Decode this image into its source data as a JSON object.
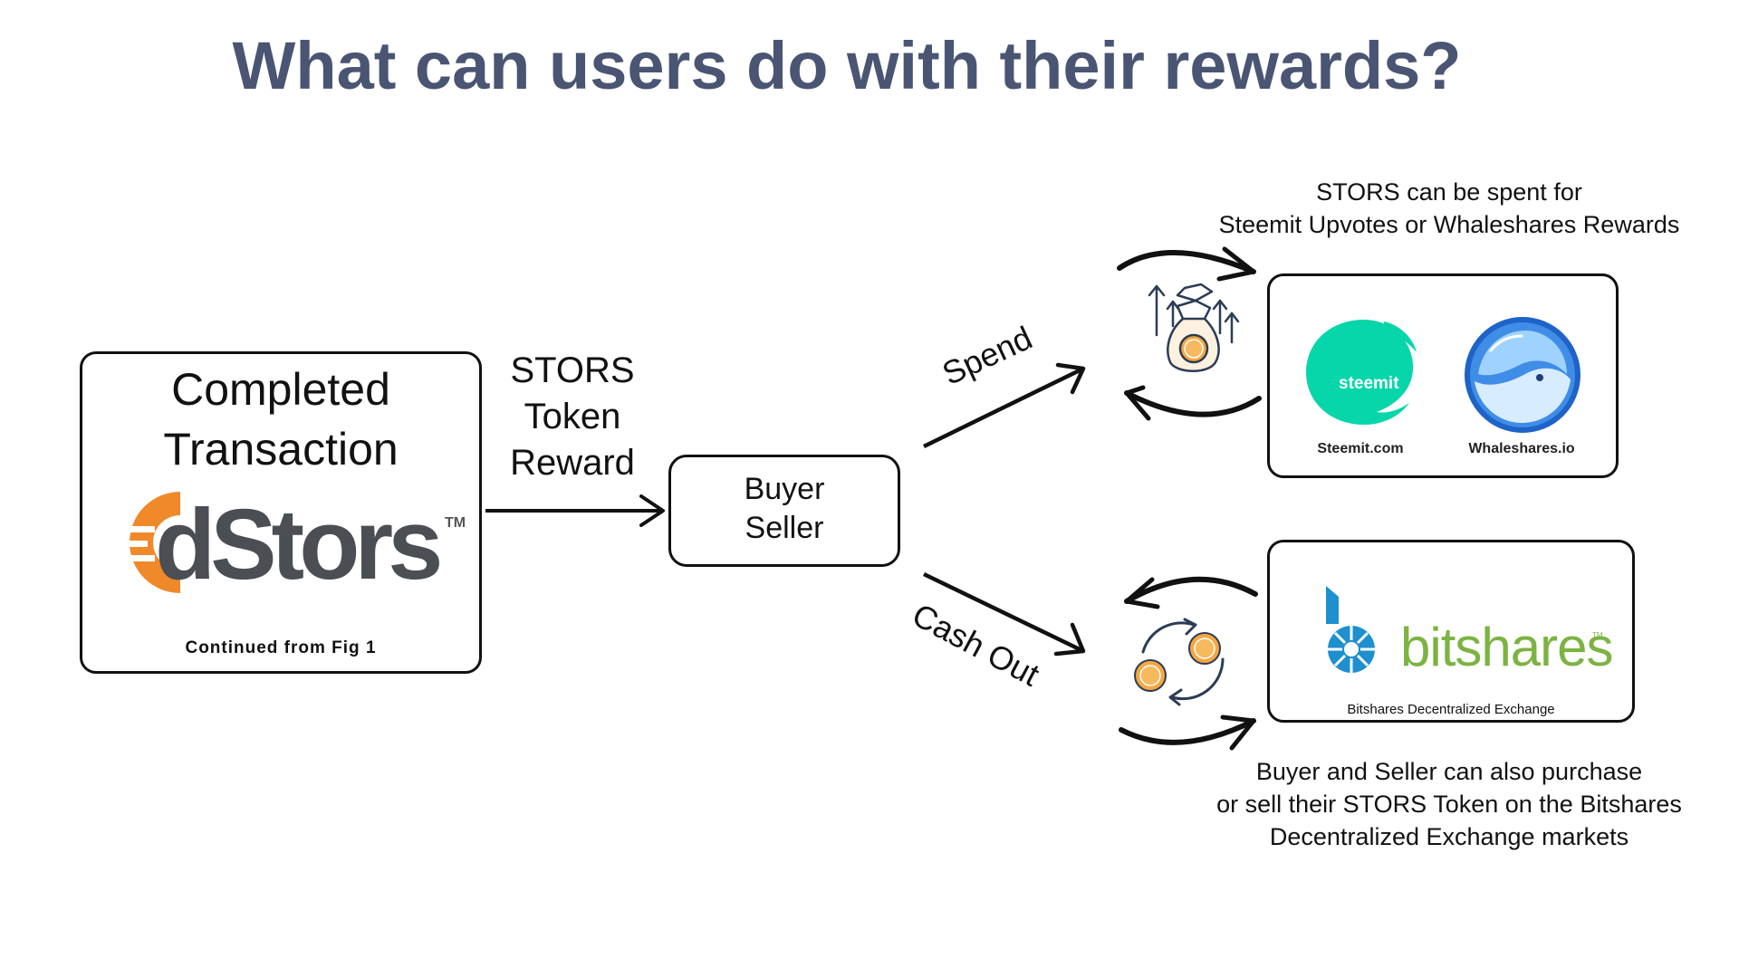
{
  "title": "What can users do with their rewards?",
  "transaction_box": {
    "heading_line1": "Completed",
    "heading_line2": "Transaction",
    "logo_text": "dStors",
    "logo_tm": "TM",
    "footnote": "Continued from Fig 1"
  },
  "reward_label": {
    "line1": "STORS",
    "line2": "Token",
    "line3": "Reward"
  },
  "parties_box": {
    "line1": "Buyer",
    "line2": "Seller"
  },
  "spend": {
    "arrow_label": "Spend",
    "caption_line1": "STORS can be spent for",
    "caption_line2": "Steemit Upvotes or Whaleshares Rewards",
    "steemit_logo_text": "steemit",
    "steemit_caption": "Steemit.com",
    "whaleshares_caption": "Whaleshares.io"
  },
  "cashout": {
    "arrow_label": "Cash Out",
    "bitshares_logo_text": "bitshares",
    "bitshares_tm": "TM",
    "bitshares_caption": "Bitshares Decentralized Exchange",
    "caption_line1": "Buyer and Seller can also purchase",
    "caption_line2": "or sell their STORS Token on the Bitshares",
    "caption_line3": "Decentralized Exchange markets"
  },
  "colors": {
    "title": "#4a5573",
    "dstors_orange": "#f0892a",
    "dstors_gray": "#4b4f54",
    "steemit_green": "#06d6a9",
    "whaleshares_blue": "#2f6fd6",
    "bitshares_blue": "#1e8fcf",
    "bitshares_green": "#7cb342",
    "coin_orange": "#f5a742",
    "icon_navy": "#2b3c56"
  }
}
